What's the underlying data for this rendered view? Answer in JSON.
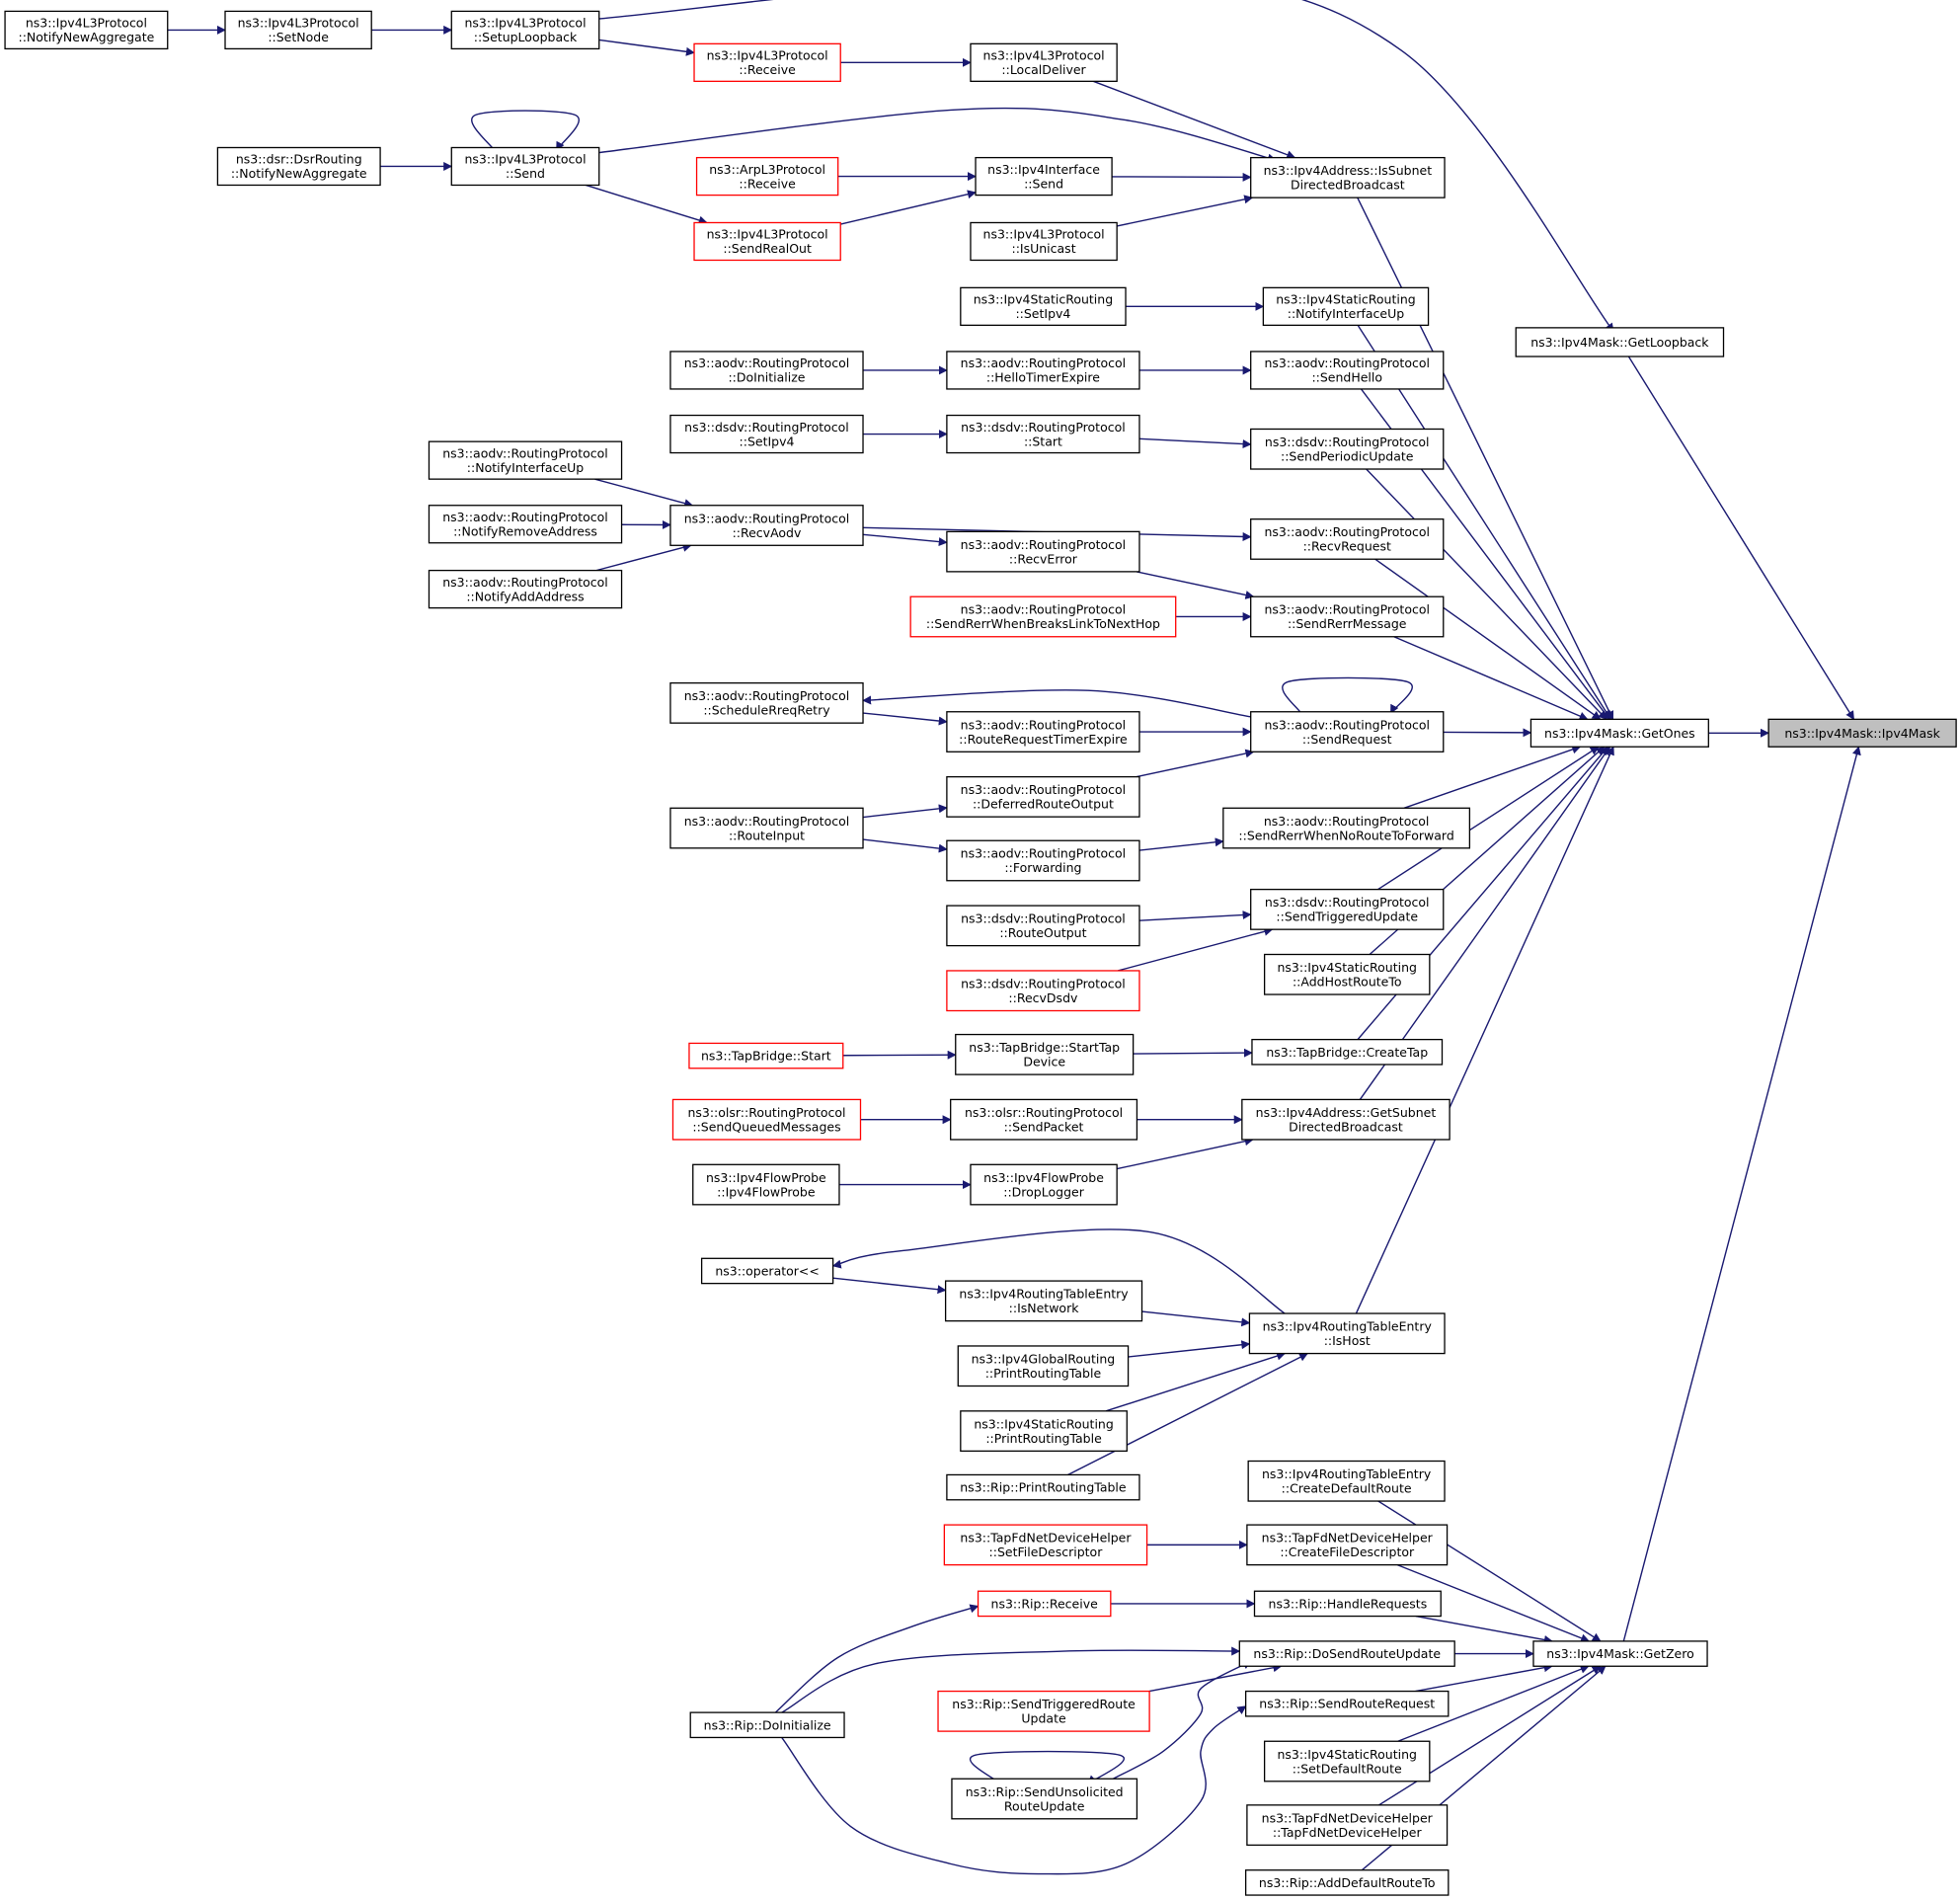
{
  "colors": {
    "edge": "#191970",
    "border": "#000000",
    "border_truncated": "#ff0000",
    "root_fill": "#bfbfbf"
  },
  "nodes": [
    {
      "id": "l3_notifyagg",
      "lines": [
        "ns3::Ipv4L3Protocol",
        "::NotifyNewAggregate"
      ],
      "style": "normal"
    },
    {
      "id": "l3_setnode",
      "lines": [
        "ns3::Ipv4L3Protocol",
        "::SetNode"
      ],
      "style": "normal"
    },
    {
      "id": "l3_setuploop",
      "lines": [
        "ns3::Ipv4L3Protocol",
        "::SetupLoopback"
      ],
      "style": "normal"
    },
    {
      "id": "l3_receive",
      "lines": [
        "ns3::Ipv4L3Protocol",
        "::Receive"
      ],
      "style": "red"
    },
    {
      "id": "l3_localdeliver",
      "lines": [
        "ns3::Ipv4L3Protocol",
        "::LocalDeliver"
      ],
      "style": "normal"
    },
    {
      "id": "dsr_notifyagg",
      "lines": [
        "ns3::dsr::DsrRouting",
        "::NotifyNewAggregate"
      ],
      "style": "normal"
    },
    {
      "id": "l3_send",
      "lines": [
        "ns3::Ipv4L3Protocol",
        "::Send"
      ],
      "style": "normal"
    },
    {
      "id": "arp_receive",
      "lines": [
        "ns3::ArpL3Protocol",
        "::Receive"
      ],
      "style": "red"
    },
    {
      "id": "if_send",
      "lines": [
        "ns3::Ipv4Interface",
        "::Send"
      ],
      "style": "normal"
    },
    {
      "id": "l3_sendrealout",
      "lines": [
        "ns3::Ipv4L3Protocol",
        "::SendRealOut"
      ],
      "style": "red"
    },
    {
      "id": "l3_isunicast",
      "lines": [
        "ns3::Ipv4L3Protocol",
        "::IsUnicast"
      ],
      "style": "normal"
    },
    {
      "id": "addr_issubnet",
      "lines": [
        "ns3::Ipv4Address::IsSubnet",
        "DirectedBroadcast"
      ],
      "style": "normal"
    },
    {
      "id": "static_setipv4",
      "lines": [
        "ns3::Ipv4StaticRouting",
        "::SetIpv4"
      ],
      "style": "normal"
    },
    {
      "id": "static_notifyifup",
      "lines": [
        "ns3::Ipv4StaticRouting",
        "::NotifyInterfaceUp"
      ],
      "style": "normal"
    },
    {
      "id": "mask_getloopback",
      "lines": [
        "ns3::Ipv4Mask::GetLoopback"
      ],
      "style": "normal"
    },
    {
      "id": "aodv_doinit",
      "lines": [
        "ns3::aodv::RoutingProtocol",
        "::DoInitialize"
      ],
      "style": "normal"
    },
    {
      "id": "aodv_hellotimer",
      "lines": [
        "ns3::aodv::RoutingProtocol",
        "::HelloTimerExpire"
      ],
      "style": "normal"
    },
    {
      "id": "aodv_sendhello",
      "lines": [
        "ns3::aodv::RoutingProtocol",
        "::SendHello"
      ],
      "style": "normal"
    },
    {
      "id": "dsdv_setipv4",
      "lines": [
        "ns3::dsdv::RoutingProtocol",
        "::SetIpv4"
      ],
      "style": "normal"
    },
    {
      "id": "dsdv_start",
      "lines": [
        "ns3::dsdv::RoutingProtocol",
        "::Start"
      ],
      "style": "normal"
    },
    {
      "id": "dsdv_sendperiodic",
      "lines": [
        "ns3::dsdv::RoutingProtocol",
        "::SendPeriodicUpdate"
      ],
      "style": "normal"
    },
    {
      "id": "aodv_notifyifup",
      "lines": [
        "ns3::aodv::RoutingProtocol",
        "::NotifyInterfaceUp"
      ],
      "style": "normal"
    },
    {
      "id": "aodv_notifyremove",
      "lines": [
        "ns3::aodv::RoutingProtocol",
        "::NotifyRemoveAddress"
      ],
      "style": "normal"
    },
    {
      "id": "aodv_notifyadd",
      "lines": [
        "ns3::aodv::RoutingProtocol",
        "::NotifyAddAddress"
      ],
      "style": "normal"
    },
    {
      "id": "aodv_recvaodv",
      "lines": [
        "ns3::aodv::RoutingProtocol",
        "::RecvAodv"
      ],
      "style": "normal"
    },
    {
      "id": "aodv_recvrequest",
      "lines": [
        "ns3::aodv::RoutingProtocol",
        "::RecvRequest"
      ],
      "style": "normal"
    },
    {
      "id": "aodv_recverror",
      "lines": [
        "ns3::aodv::RoutingProtocol",
        "::RecvError"
      ],
      "style": "normal"
    },
    {
      "id": "aodv_senderrwhenbreaks",
      "lines": [
        "ns3::aodv::RoutingProtocol",
        "::SendRerrWhenBreaksLinkToNextHop"
      ],
      "style": "red"
    },
    {
      "id": "aodv_senderrmsg",
      "lines": [
        "ns3::aodv::RoutingProtocol",
        "::SendRerrMessage"
      ],
      "style": "normal"
    },
    {
      "id": "aodv_schedulerreq",
      "lines": [
        "ns3::aodv::RoutingProtocol",
        "::ScheduleRreqRetry"
      ],
      "style": "normal"
    },
    {
      "id": "aodv_routereqtimer",
      "lines": [
        "ns3::aodv::RoutingProtocol",
        "::RouteRequestTimerExpire"
      ],
      "style": "normal"
    },
    {
      "id": "aodv_sendrequest",
      "lines": [
        "ns3::aodv::RoutingProtocol",
        "::SendRequest"
      ],
      "style": "normal"
    },
    {
      "id": "mask_getones",
      "lines": [
        "ns3::Ipv4Mask::GetOnes"
      ],
      "style": "normal"
    },
    {
      "id": "mask_ctor",
      "lines": [
        "ns3::Ipv4Mask::Ipv4Mask"
      ],
      "style": "root"
    },
    {
      "id": "aodv_deferred",
      "lines": [
        "ns3::aodv::RoutingProtocol",
        "::DeferredRouteOutput"
      ],
      "style": "normal"
    },
    {
      "id": "aodv_routeinput",
      "lines": [
        "ns3::aodv::RoutingProtocol",
        "::RouteInput"
      ],
      "style": "normal"
    },
    {
      "id": "aodv_forwarding",
      "lines": [
        "ns3::aodv::RoutingProtocol",
        "::Forwarding"
      ],
      "style": "normal"
    },
    {
      "id": "aodv_senderrnoroute",
      "lines": [
        "ns3::aodv::RoutingProtocol",
        "::SendRerrWhenNoRouteToForward"
      ],
      "style": "normal"
    },
    {
      "id": "dsdv_routeoutput",
      "lines": [
        "ns3::dsdv::RoutingProtocol",
        "::RouteOutput"
      ],
      "style": "normal"
    },
    {
      "id": "dsdv_sendtriggered",
      "lines": [
        "ns3::dsdv::RoutingProtocol",
        "::SendTriggeredUpdate"
      ],
      "style": "normal"
    },
    {
      "id": "dsdv_recvdsdv",
      "lines": [
        "ns3::dsdv::RoutingProtocol",
        "::RecvDsdv"
      ],
      "style": "red"
    },
    {
      "id": "static_addhost",
      "lines": [
        "ns3::Ipv4StaticRouting",
        "::AddHostRouteTo"
      ],
      "style": "normal"
    },
    {
      "id": "tap_start",
      "lines": [
        "ns3::TapBridge::Start"
      ],
      "style": "red"
    },
    {
      "id": "tap_starttapdevice",
      "lines": [
        "ns3::TapBridge::StartTap",
        "Device"
      ],
      "style": "normal"
    },
    {
      "id": "tap_createtap",
      "lines": [
        "ns3::TapBridge::CreateTap"
      ],
      "style": "normal"
    },
    {
      "id": "olsr_sendqueued",
      "lines": [
        "ns3::olsr::RoutingProtocol",
        "::SendQueuedMessages"
      ],
      "style": "red"
    },
    {
      "id": "olsr_sendpacket",
      "lines": [
        "ns3::olsr::RoutingProtocol",
        "::SendPacket"
      ],
      "style": "normal"
    },
    {
      "id": "addr_getsubnet",
      "lines": [
        "ns3::Ipv4Address::GetSubnet",
        "DirectedBroadcast"
      ],
      "style": "normal"
    },
    {
      "id": "flow_probe",
      "lines": [
        "ns3::Ipv4FlowProbe",
        "::Ipv4FlowProbe"
      ],
      "style": "normal"
    },
    {
      "id": "flow_droplogger",
      "lines": [
        "ns3::Ipv4FlowProbe",
        "::DropLogger"
      ],
      "style": "normal"
    },
    {
      "id": "op_stream",
      "lines": [
        "ns3::operator<<"
      ],
      "style": "normal"
    },
    {
      "id": "rte_isnetwork",
      "lines": [
        "ns3::Ipv4RoutingTableEntry",
        "::IsNetwork"
      ],
      "style": "normal"
    },
    {
      "id": "rte_ishost",
      "lines": [
        "ns3::Ipv4RoutingTableEntry",
        "::IsHost"
      ],
      "style": "normal"
    },
    {
      "id": "global_printrt",
      "lines": [
        "ns3::Ipv4GlobalRouting",
        "::PrintRoutingTable"
      ],
      "style": "normal"
    },
    {
      "id": "static_printrt",
      "lines": [
        "ns3::Ipv4StaticRouting",
        "::PrintRoutingTable"
      ],
      "style": "normal"
    },
    {
      "id": "rip_printrt",
      "lines": [
        "ns3::Rip::PrintRoutingTable"
      ],
      "style": "normal"
    },
    {
      "id": "rte_createdefault",
      "lines": [
        "ns3::Ipv4RoutingTableEntry",
        "::CreateDefaultRoute"
      ],
      "style": "normal"
    },
    {
      "id": "tapfd_setfd",
      "lines": [
        "ns3::TapFdNetDeviceHelper",
        "::SetFileDescriptor"
      ],
      "style": "red"
    },
    {
      "id": "tapfd_createfd",
      "lines": [
        "ns3::TapFdNetDeviceHelper",
        "::CreateFileDescriptor"
      ],
      "style": "normal"
    },
    {
      "id": "rip_receive",
      "lines": [
        "ns3::Rip::Receive"
      ],
      "style": "red"
    },
    {
      "id": "rip_handlereq",
      "lines": [
        "ns3::Rip::HandleRequests"
      ],
      "style": "normal"
    },
    {
      "id": "rip_dosendroute",
      "lines": [
        "ns3::Rip::DoSendRouteUpdate"
      ],
      "style": "normal"
    },
    {
      "id": "mask_getzero",
      "lines": [
        "ns3::Ipv4Mask::GetZero"
      ],
      "style": "normal"
    },
    {
      "id": "rip_sendtriggered",
      "lines": [
        "ns3::Rip::SendTriggeredRoute",
        "Update"
      ],
      "style": "red"
    },
    {
      "id": "rip_sendroutereq",
      "lines": [
        "ns3::Rip::SendRouteRequest"
      ],
      "style": "normal"
    },
    {
      "id": "rip_doinit",
      "lines": [
        "ns3::Rip::DoInitialize"
      ],
      "style": "normal"
    },
    {
      "id": "static_setdefault",
      "lines": [
        "ns3::Ipv4StaticRouting",
        "::SetDefaultRoute"
      ],
      "style": "normal"
    },
    {
      "id": "rip_sendunsolicited",
      "lines": [
        "ns3::Rip::SendUnsolicited",
        "RouteUpdate"
      ],
      "style": "normal"
    },
    {
      "id": "tapfd_ctor",
      "lines": [
        "ns3::TapFdNetDeviceHelper",
        "::TapFdNetDeviceHelper"
      ],
      "style": "normal"
    },
    {
      "id": "rip_adddefault",
      "lines": [
        "ns3::Rip::AddDefaultRouteTo"
      ],
      "style": "normal"
    }
  ],
  "edges": [
    [
      "l3_notifyagg",
      "l3_setnode"
    ],
    [
      "l3_setnode",
      "l3_setuploop"
    ],
    [
      "l3_setuploop",
      "l3_receive"
    ],
    [
      "l3_setuploop",
      "mask_getloopback"
    ],
    [
      "l3_receive",
      "l3_localdeliver"
    ],
    [
      "l3_localdeliver",
      "addr_issubnet"
    ],
    [
      "dsr_notifyagg",
      "l3_send"
    ],
    [
      "l3_send",
      "l3_send"
    ],
    [
      "l3_send",
      "addr_issubnet"
    ],
    [
      "l3_send",
      "l3_sendrealout"
    ],
    [
      "arp_receive",
      "if_send"
    ],
    [
      "l3_sendrealout",
      "if_send"
    ],
    [
      "if_send",
      "addr_issubnet"
    ],
    [
      "l3_isunicast",
      "addr_issubnet"
    ],
    [
      "addr_issubnet",
      "mask_getones"
    ],
    [
      "static_setipv4",
      "static_notifyifup"
    ],
    [
      "static_notifyifup",
      "mask_getones"
    ],
    [
      "mask_getloopback",
      "mask_ctor"
    ],
    [
      "aodv_doinit",
      "aodv_hellotimer"
    ],
    [
      "aodv_hellotimer",
      "aodv_sendhello"
    ],
    [
      "aodv_sendhello",
      "mask_getones"
    ],
    [
      "dsdv_setipv4",
      "dsdv_start"
    ],
    [
      "dsdv_start",
      "dsdv_sendperiodic"
    ],
    [
      "dsdv_sendperiodic",
      "mask_getones"
    ],
    [
      "aodv_notifyifup",
      "aodv_recvaodv"
    ],
    [
      "aodv_notifyremove",
      "aodv_recvaodv"
    ],
    [
      "aodv_notifyadd",
      "aodv_recvaodv"
    ],
    [
      "aodv_recvaodv",
      "aodv_recvrequest"
    ],
    [
      "aodv_recvaodv",
      "aodv_recverror"
    ],
    [
      "aodv_recvrequest",
      "mask_getones"
    ],
    [
      "aodv_recverror",
      "aodv_senderrmsg"
    ],
    [
      "aodv_senderrwhenbreaks",
      "aodv_senderrmsg"
    ],
    [
      "aodv_senderrmsg",
      "mask_getones"
    ],
    [
      "aodv_sendrequest",
      "aodv_schedulerreq"
    ],
    [
      "aodv_schedulerreq",
      "aodv_routereqtimer"
    ],
    [
      "aodv_routereqtimer",
      "aodv_sendrequest"
    ],
    [
      "aodv_sendrequest",
      "aodv_sendrequest"
    ],
    [
      "aodv_sendrequest",
      "mask_getones"
    ],
    [
      "mask_getones",
      "mask_ctor"
    ],
    [
      "aodv_routeinput",
      "aodv_deferred"
    ],
    [
      "aodv_deferred",
      "aodv_sendrequest"
    ],
    [
      "aodv_routeinput",
      "aodv_forwarding"
    ],
    [
      "aodv_forwarding",
      "aodv_senderrnoroute"
    ],
    [
      "aodv_senderrnoroute",
      "mask_getones"
    ],
    [
      "dsdv_routeoutput",
      "dsdv_sendtriggered"
    ],
    [
      "dsdv_recvdsdv",
      "dsdv_sendtriggered"
    ],
    [
      "dsdv_sendtriggered",
      "mask_getones"
    ],
    [
      "static_addhost",
      "mask_getones"
    ],
    [
      "tap_start",
      "tap_starttapdevice"
    ],
    [
      "tap_starttapdevice",
      "tap_createtap"
    ],
    [
      "tap_createtap",
      "mask_getones"
    ],
    [
      "olsr_sendqueued",
      "olsr_sendpacket"
    ],
    [
      "olsr_sendpacket",
      "addr_getsubnet"
    ],
    [
      "flow_probe",
      "flow_droplogger"
    ],
    [
      "flow_droplogger",
      "addr_getsubnet"
    ],
    [
      "addr_getsubnet",
      "mask_getones"
    ],
    [
      "rte_ishost",
      "op_stream"
    ],
    [
      "op_stream",
      "rte_isnetwork"
    ],
    [
      "rte_isnetwork",
      "rte_ishost"
    ],
    [
      "global_printrt",
      "rte_ishost"
    ],
    [
      "static_printrt",
      "rte_ishost"
    ],
    [
      "rip_printrt",
      "rte_ishost"
    ],
    [
      "rte_ishost",
      "mask_getones"
    ],
    [
      "rte_createdefault",
      "mask_getzero"
    ],
    [
      "tapfd_setfd",
      "tapfd_createfd"
    ],
    [
      "tapfd_createfd",
      "mask_getzero"
    ],
    [
      "rip_receive",
      "rip_handlereq"
    ],
    [
      "rip_handlereq",
      "mask_getzero"
    ],
    [
      "rip_doinit",
      "rip_receive"
    ],
    [
      "rip_doinit",
      "rip_dosendroute"
    ],
    [
      "rip_sendtriggered",
      "rip_dosendroute"
    ],
    [
      "rip_sendunsolicited",
      "rip_dosendroute"
    ],
    [
      "rip_dosendroute",
      "mask_getzero"
    ],
    [
      "rip_doinit",
      "rip_sendroutereq"
    ],
    [
      "rip_sendroutereq",
      "mask_getzero"
    ],
    [
      "rip_doinit",
      "rip_sendunsolicited"
    ],
    [
      "rip_sendunsolicited",
      "rip_sendunsolicited"
    ],
    [
      "static_setdefault",
      "mask_getzero"
    ],
    [
      "tapfd_ctor",
      "mask_getzero"
    ],
    [
      "rip_adddefault",
      "mask_getzero"
    ],
    [
      "mask_getzero",
      "mask_ctor"
    ]
  ]
}
